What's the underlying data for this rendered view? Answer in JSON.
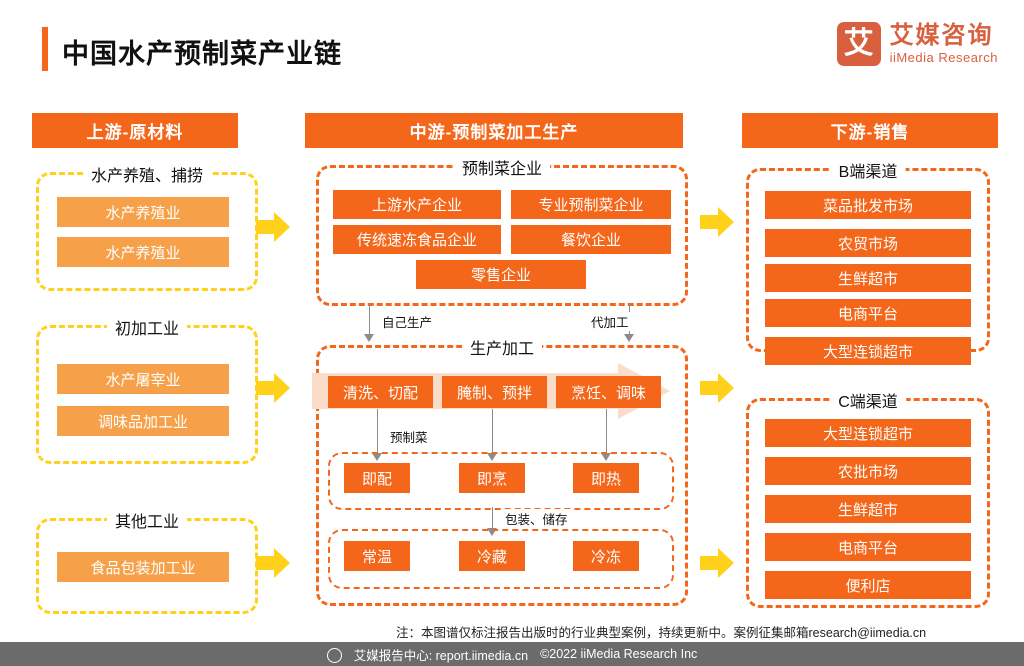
{
  "header": {
    "title": "中国水产预制菜产业链",
    "logo": {
      "mark": "艾",
      "cn": "艾媒咨询",
      "en": "iiMedia Research"
    }
  },
  "colors": {
    "primary_orange": "#F4671B",
    "light_orange": "#F6A049",
    "yellow": "#FFD11A",
    "pale_peach": "#FBDCC8",
    "connector_gray": "#8C8C8C",
    "logo_red": "#D9603E"
  },
  "stages": {
    "upstream": {
      "label": "上游-原材料"
    },
    "midstream": {
      "label": "中游-预制菜加工生产"
    },
    "downstream": {
      "label": "下游-销售"
    }
  },
  "upstream_groups": [
    {
      "label": "水产养殖、捕捞",
      "items": [
        "水产养殖业",
        "水产养殖业"
      ]
    },
    {
      "label": "初加工业",
      "items": [
        "水产屠宰业",
        "调味品加工业"
      ]
    },
    {
      "label": "其他工业",
      "items": [
        "食品包装加工业"
      ]
    }
  ],
  "midstream": {
    "enterprise_group": {
      "label": "预制菜企业",
      "row1": [
        "上游水产企业",
        "专业预制菜企业"
      ],
      "row2": [
        "传统速冻食品企业",
        "餐饮企业"
      ],
      "row3": [
        "零售企业"
      ]
    },
    "connectors": {
      "self_production": "自己生产",
      "oem_production": "代加工",
      "prepared_dish": "预制菜",
      "packing_storage": "包装、储存"
    },
    "processing_group": {
      "label": "生产加工",
      "steps": [
        "清洗、切配",
        "腌制、预拌",
        "烹饪、调味"
      ],
      "ready_types": [
        "即配",
        "即烹",
        "即热"
      ],
      "storage_types": [
        "常温",
        "冷藏",
        "冷冻"
      ]
    }
  },
  "downstream_groups": [
    {
      "label": "B端渠道",
      "items": [
        "菜品批发市场",
        "农贸市场",
        "生鲜超市",
        "电商平台",
        "大型连锁超市"
      ]
    },
    {
      "label": "C端渠道",
      "items": [
        "大型连锁超市",
        "农批市场",
        "生鲜超市",
        "电商平台",
        "便利店"
      ]
    }
  ],
  "footer": {
    "note": "注：本图谱仅标注报告出版时的行业典型案例，持续更新中。案例征集邮箱research@iimedia.cn",
    "bar_left": "艾媒报告中心: report.iimedia.cn",
    "bar_right": "©2022  iiMedia Research  Inc"
  }
}
